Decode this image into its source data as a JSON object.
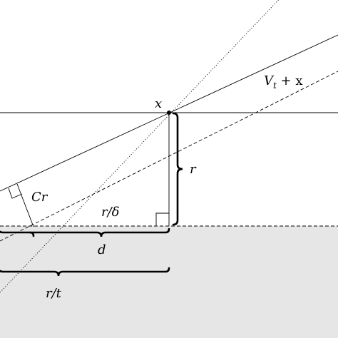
{
  "labels": {
    "point": "x",
    "set_label": "V",
    "set_sub": "t",
    "set_rest": " + x",
    "radius": "r",
    "perp": "Cr",
    "r_over_delta": "r/δ",
    "distance": "d",
    "r_over_t": "r/t"
  },
  "colors": {
    "shaded_region": "#e6e6e6",
    "line": "#000000"
  }
}
